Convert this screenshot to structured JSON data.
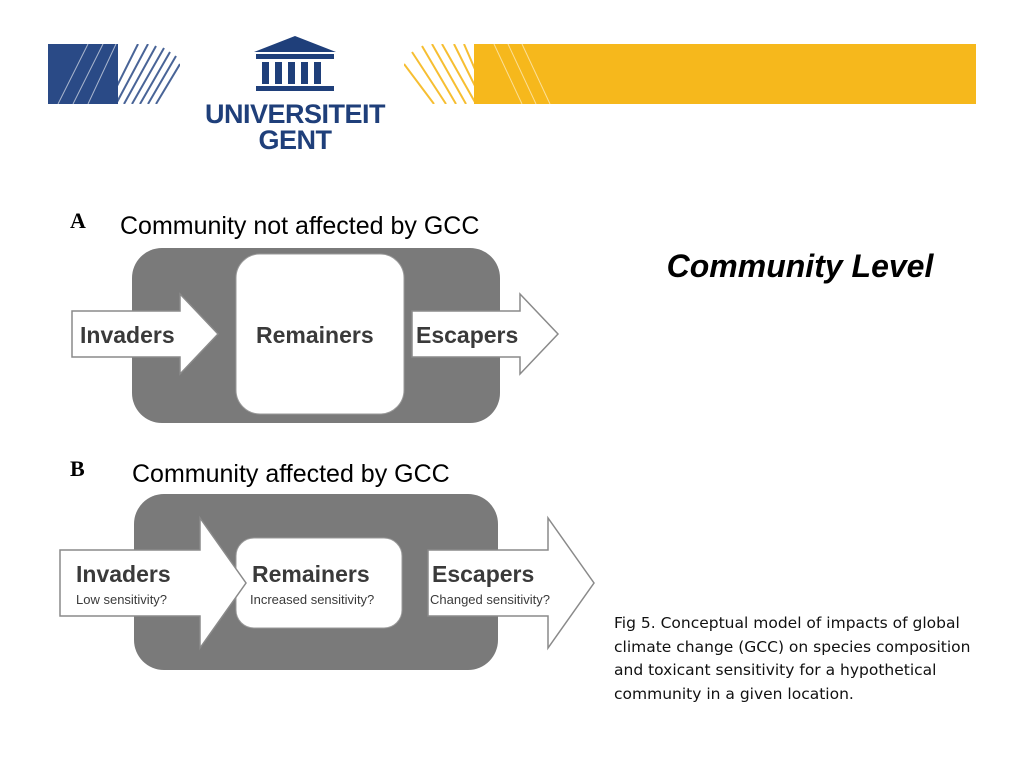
{
  "header": {
    "logo_line1": "UNIVERSITEIT",
    "logo_line2": "GENT",
    "colors": {
      "navy": "#1f3f7a",
      "gold": "#f6b81c"
    }
  },
  "slide": {
    "title": "Community Level",
    "caption": "Fig 5. Conceptual model of impacts of global climate change (GCC) on species composition and toxicant sensitivity for a hypothetical community in a given location."
  },
  "diagram": {
    "panel_a": {
      "letter": "A",
      "title": "Community not affected by GCC",
      "nodes": {
        "invaders": "Invaders",
        "remainers": "Remainers",
        "escapers": "Escapers"
      }
    },
    "panel_b": {
      "letter": "B",
      "title": "Community affected by GCC",
      "nodes": {
        "invaders": "Invaders",
        "invaders_sub": "Low sensitivity?",
        "remainers": "Remainers",
        "remainers_sub": "Increased sensitivity?",
        "escapers": "Escapers",
        "escapers_sub": "Changed sensitivity?"
      }
    },
    "colors": {
      "box": "#7a7a7a",
      "inner": "#ffffff",
      "text": "#3a3a3a"
    }
  }
}
